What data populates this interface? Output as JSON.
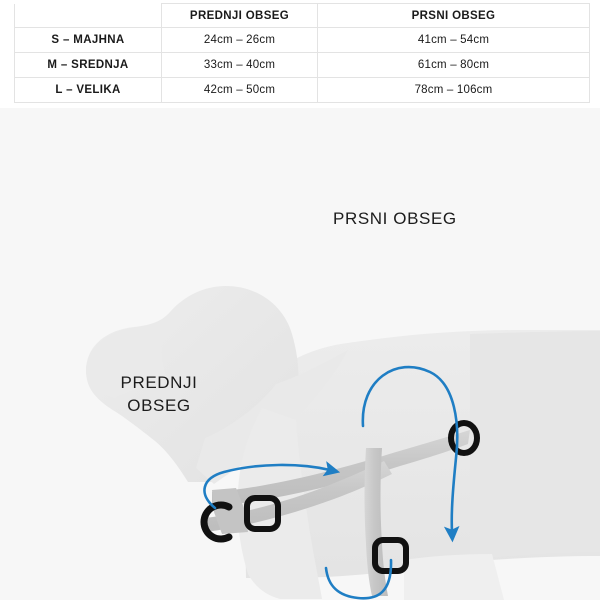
{
  "table": {
    "columns": [
      "",
      "PREDNJI OBSEG",
      "PRSNI OBSEG"
    ],
    "rows": [
      {
        "size": "S – MAJHNA",
        "front": "24cm – 26cm",
        "chest": "41cm – 54cm"
      },
      {
        "size": "M – SREDNJA",
        "front": "33cm – 40cm",
        "chest": "61cm – 80cm"
      },
      {
        "size": "L – VELIKA",
        "front": "42cm – 50cm",
        "chest": "78cm – 106cm"
      }
    ]
  },
  "diagram": {
    "chest_label": "PRSNI OBSEG",
    "front_label_line1": "PREDNJI",
    "front_label_line2": "OBSEG",
    "colors": {
      "background": "#f7f7f7",
      "dog_body": "#e8e8e8",
      "dog_body_shade": "#e0e0e0",
      "strap": "#c9c9c9",
      "hardware": "#111111",
      "arrow_blue": "#1f7ec4",
      "text": "#1c1c1c",
      "table_border": "#e3e3e3"
    }
  }
}
